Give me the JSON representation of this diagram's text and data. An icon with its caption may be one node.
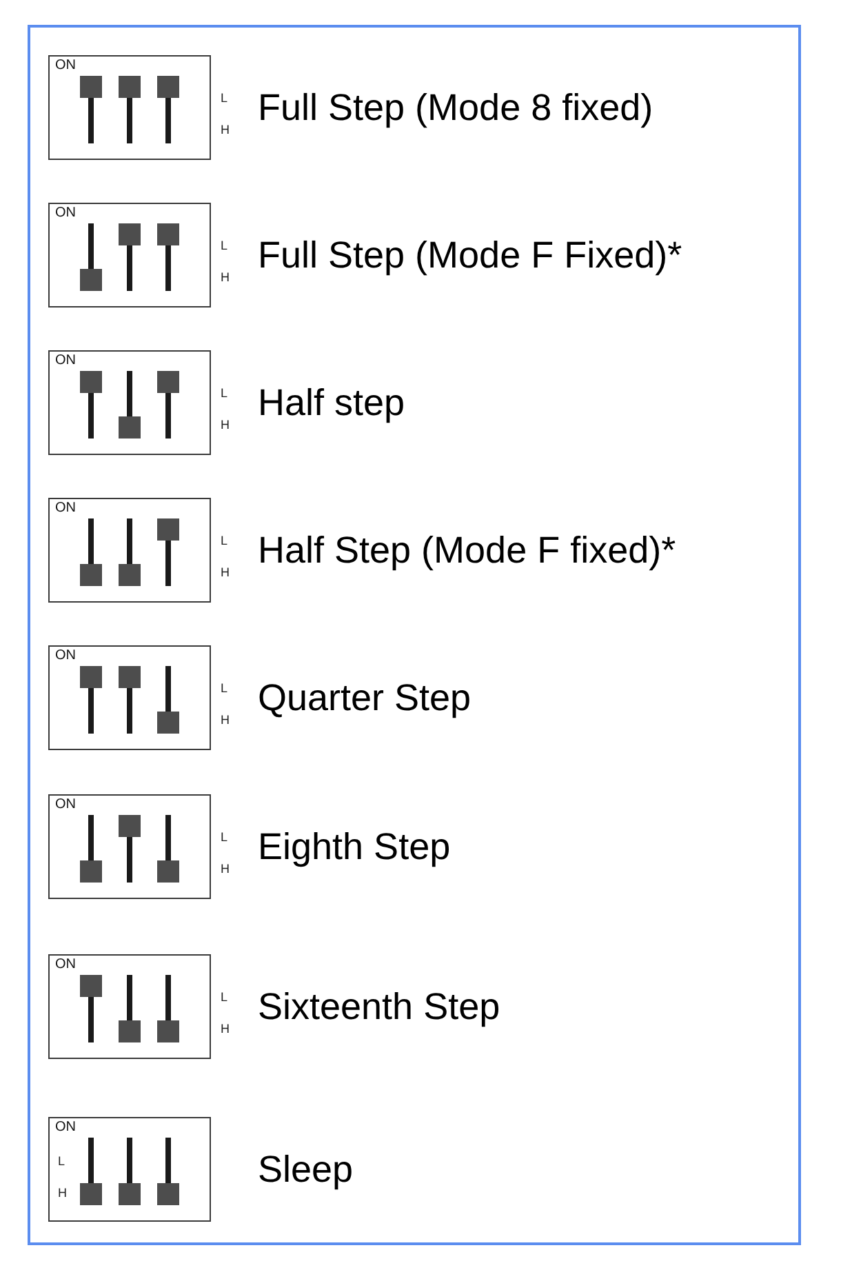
{
  "diagram": {
    "nodes": [
      {
        "text": [
          "ON"
        ],
        "beside": [
          "L",
          "H",
          "Full Step (Mode 8 fixed)"
        ]
      },
      {
        "text": [
          "ON"
        ],
        "beside": [
          "L",
          "H",
          "Full Step (Mode F Fixed)*"
        ]
      },
      {
        "text": [
          "ON"
        ],
        "beside": [
          "L",
          "H",
          "Half step"
        ]
      },
      {
        "text": [
          "ON"
        ],
        "beside": [
          "L",
          "H",
          "Half Step (Mode F fixed)*"
        ]
      },
      {
        "text": [
          "ON"
        ],
        "beside": [
          "L",
          "H",
          "Quarter Step"
        ]
      },
      {
        "text": [
          "ON"
        ],
        "beside": [
          "L",
          "H",
          "Eighth Step"
        ]
      },
      {
        "text": [
          "ON"
        ],
        "beside": [
          "L",
          "H",
          "Sixteenth Step"
        ]
      },
      {
        "text": [
          "ON",
          "L",
          "H"
        ],
        "beside": [
          "Sleep"
        ]
      }
    ]
  }
}
